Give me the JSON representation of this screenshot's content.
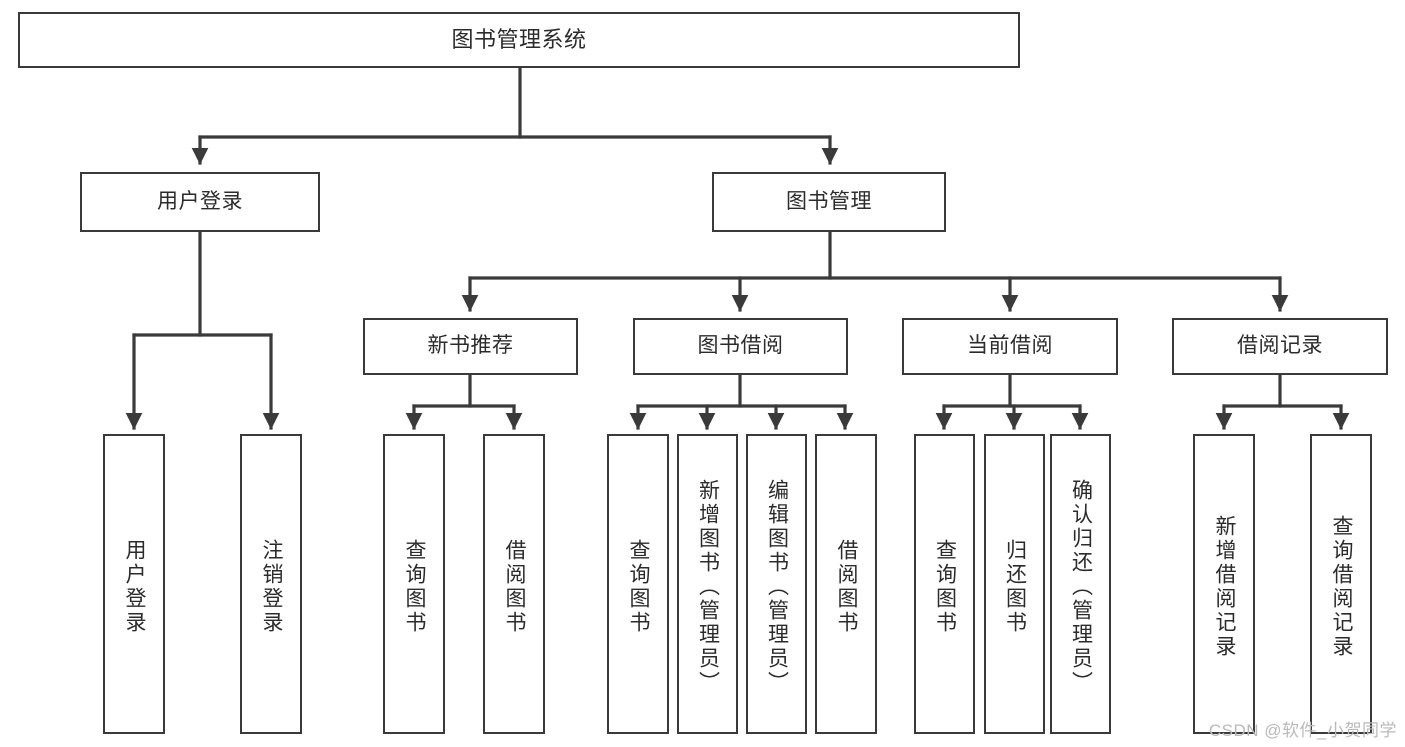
{
  "diagram": {
    "title": "图书管理系统",
    "type": "hierarchy-tree",
    "watermark": "CSDN @软件_小贺同学",
    "colors": {
      "box_border": "#3a3a3a",
      "box_fill": "#ffffff",
      "connector": "#3a3a3a",
      "text": "#2b2b2b",
      "watermark": "#b9b9b9",
      "background": "#ffffff"
    },
    "nodes": {
      "root": {
        "label": "图书管理系统"
      },
      "level2": [
        {
          "id": "user-login",
          "label": "用户登录"
        },
        {
          "id": "book-manage",
          "label": "图书管理"
        }
      ],
      "level3": [
        {
          "id": "new-book-recommend",
          "label": "新书推荐"
        },
        {
          "id": "book-borrow",
          "label": "图书借阅"
        },
        {
          "id": "current-borrow",
          "label": "当前借阅"
        },
        {
          "id": "borrow-record",
          "label": "借阅记录"
        }
      ],
      "leaves": {
        "user_login": [
          {
            "id": "leaf-user-login",
            "label": "用户登录"
          },
          {
            "id": "leaf-logout",
            "label": "注销登录"
          }
        ],
        "new_book_recommend": [
          {
            "id": "leaf-query-book-1",
            "label": "查询图书"
          },
          {
            "id": "leaf-borrow-book-1",
            "label": "借阅图书"
          }
        ],
        "book_borrow": [
          {
            "id": "leaf-query-book-2",
            "label": "查询图书"
          },
          {
            "id": "leaf-add-book",
            "label": "新增图书（管理员）"
          },
          {
            "id": "leaf-edit-book",
            "label": "编辑图书（管理员）"
          },
          {
            "id": "leaf-borrow-book-2",
            "label": "借阅图书"
          }
        ],
        "current_borrow": [
          {
            "id": "leaf-query-book-3",
            "label": "查询图书"
          },
          {
            "id": "leaf-return-book",
            "label": "归还图书"
          },
          {
            "id": "leaf-confirm-return",
            "label": "确认归还（管理员）"
          }
        ],
        "borrow_record": [
          {
            "id": "leaf-add-record",
            "label": "新增借阅记录"
          },
          {
            "id": "leaf-query-record",
            "label": "查询借阅记录"
          }
        ]
      }
    }
  }
}
